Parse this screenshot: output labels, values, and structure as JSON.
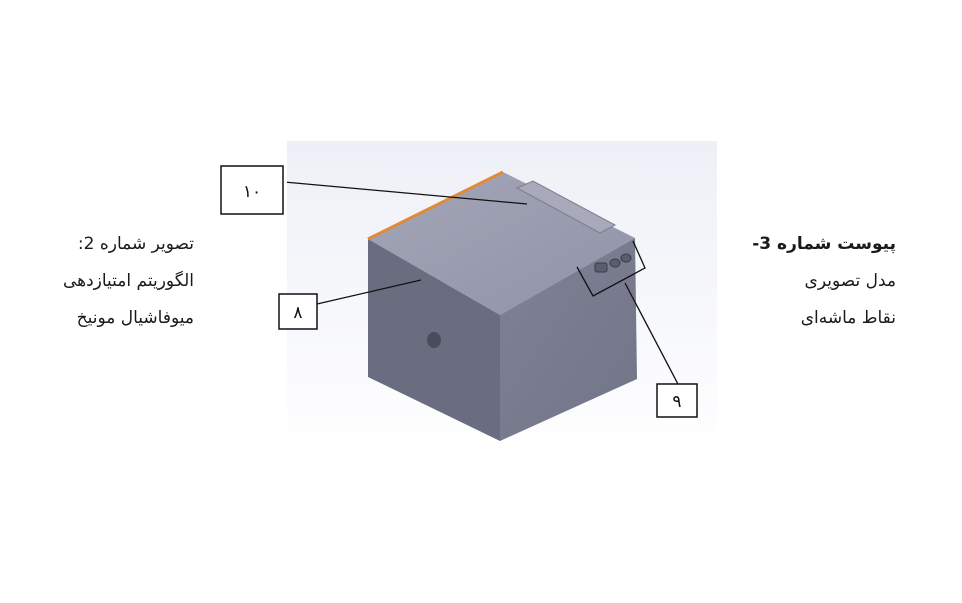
{
  "right_caption": {
    "title": "پیوست شماره 3-",
    "line1": "مدل تصویری",
    "line2": "نقاط ماشه‌ای"
  },
  "left_caption": {
    "title": "تصویر شماره 2:",
    "line1": "الگوریتم امتیازدهی",
    "line2": "میوفاشیال مونیخ"
  },
  "callouts": {
    "label_10": "۱۰",
    "label_8": "۸",
    "label_9": "۹"
  },
  "colors": {
    "box_front": "#686b7d",
    "box_right": "#7b7d90",
    "box_top": "#9b9db0",
    "edge_accent": "#e08a3a",
    "background_gradient_top": "#f2f3f8",
    "background_gradient_bottom": "#ffffff"
  }
}
